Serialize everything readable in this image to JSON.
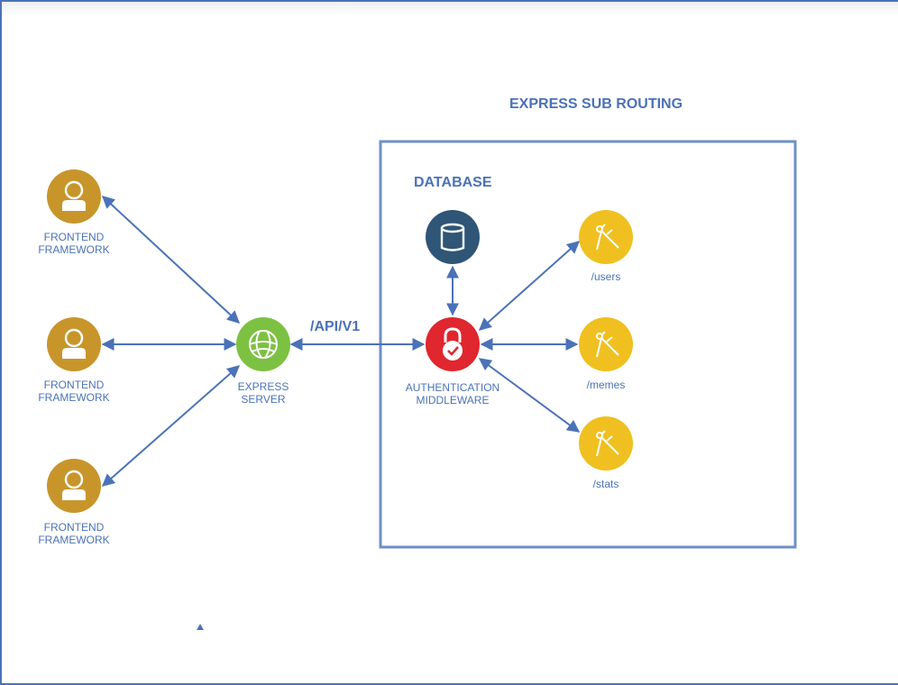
{
  "diagram": {
    "title": "EXPRESS SUB ROUTING",
    "database_heading": "DATABASE",
    "api_label": "/API/V1",
    "frontends": [
      {
        "label": "FRONTEND\nFRAMEWORK"
      },
      {
        "label": "FRONTEND\nFRAMEWORK"
      },
      {
        "label": "FRONTEND\nFRAMEWORK"
      }
    ],
    "server": {
      "label": "EXPRESS\nSERVER"
    },
    "middleware": {
      "label": "AUTHENTICATION\nMIDDLEWARE"
    },
    "routes": [
      {
        "label": "/users"
      },
      {
        "label": "/memes"
      },
      {
        "label": "/stats"
      }
    ]
  },
  "colors": {
    "accent": "#4a72b8",
    "frontend": "#c8952b",
    "server": "#7dc142",
    "middleware": "#e0262e",
    "route": "#f0c020",
    "database": "#2f5577"
  },
  "icons": {
    "frontend": "user-icon",
    "server": "globe-icon",
    "middleware": "lock-check-icon",
    "database": "database-icon",
    "route": "compass-icon"
  }
}
